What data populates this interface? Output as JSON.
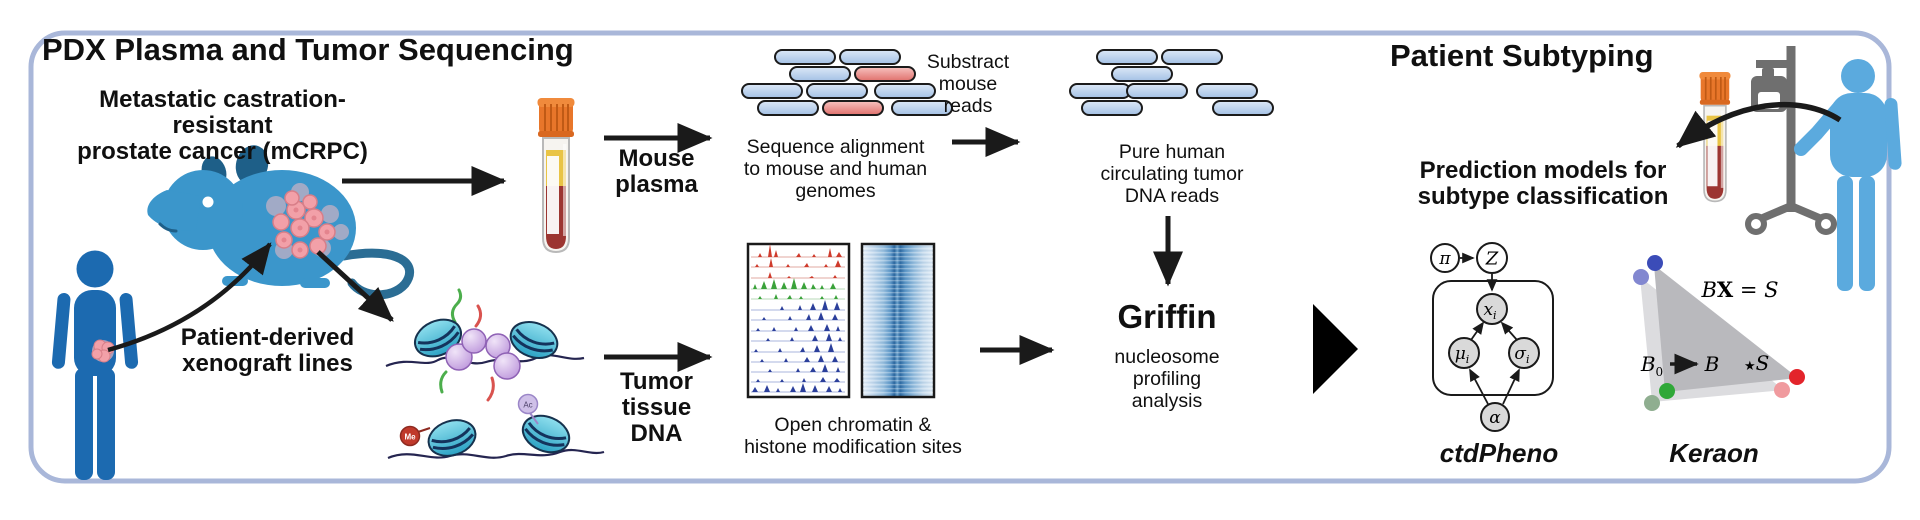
{
  "figure": {
    "left_panel_title": "PDX Plasma and Tumor Sequencing",
    "right_panel_title": "Patient Subtyping"
  },
  "labels": {
    "mcrpc": "Metastatic castration-resistant\nprostate cancer (mCRPC)",
    "pdx_lines": "Patient-derived\nxenograft lines",
    "mouse_plasma": "Mouse\nplasma",
    "tumor_tissue_dna": "Tumor\ntissue\nDNA",
    "seq_alignment": "Sequence alignment\nto mouse and human\ngenomes",
    "subtract_reads": "Substract\nmouse\nreads",
    "pure_human": "Pure human\ncirculating tumor\nDNA reads",
    "open_chromatin": "Open chromatin &\nhistone modification sites",
    "griffin": "Griffin",
    "griffin_sub": "nucleosome\nprofiling\nanalysis",
    "prediction": "Prediction models for\nsubtype classification",
    "ctdpheno": "ctdPheno",
    "keraon": "Keraon"
  },
  "marks": {
    "me": "Me",
    "ac": "Ac"
  },
  "ctdpheno_model": {
    "pi": "π",
    "z": "Z",
    "x": "x",
    "mu": "μ",
    "sigma": "σ",
    "alpha": "α",
    "sub_i": "i"
  },
  "keraon_model": {
    "eq_b": "B",
    "eq_x": "X",
    "eq_rest": " = S",
    "b0": "B",
    "b0_sub": "0",
    "b": "B",
    "star": "★",
    "s": "S"
  },
  "colors": {
    "frame": "#a9b7d9",
    "human": "#1c6ab0",
    "patient": "#5baade",
    "mouse_body": "#3b96cb",
    "mouse_dark": "#1e5f88",
    "tumor_pink": "#f2a0a8",
    "read_blue": "#b9cfec",
    "read_red": "#ee8f8c",
    "cap_orange": "#e8762a",
    "plasma_yellow": "#e9c445",
    "blood_red": "#9c3531",
    "track_red": "#cf3a2b",
    "track_green": "#3aa23a",
    "track_blue": "#2b3f9b",
    "pole_gray": "#6f6f6f",
    "node_gray": "#d9d9d9",
    "triangle_gray": "#b9b9bd",
    "arrow_black": "#1a1a1a"
  }
}
